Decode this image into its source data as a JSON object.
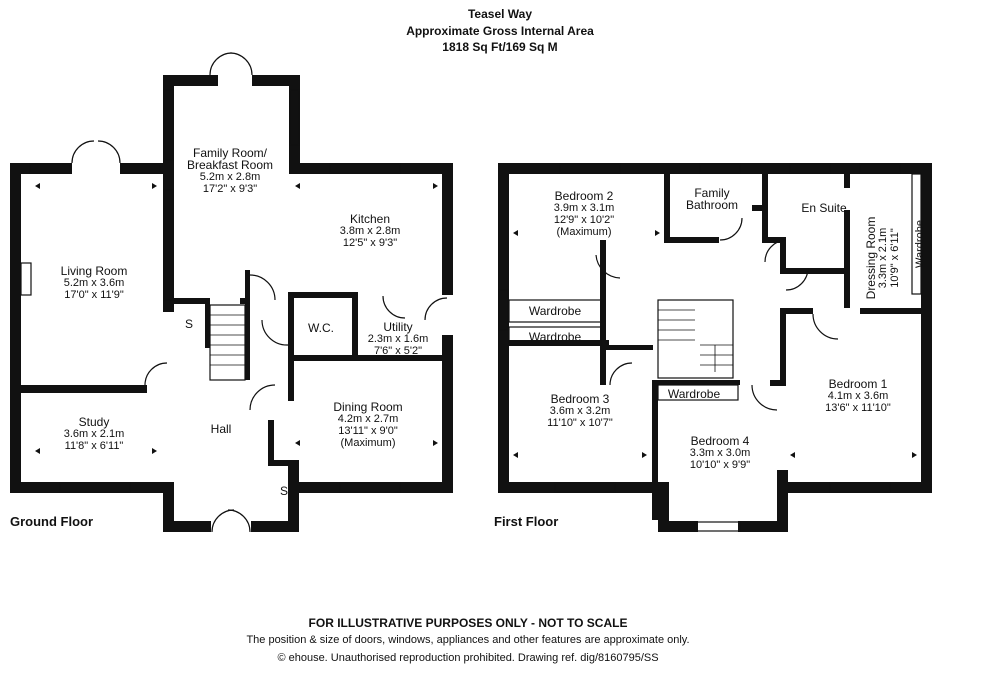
{
  "header": {
    "title": "Teasel Way",
    "subtitle": "Approximate Gross Internal Area",
    "area": "1818 Sq Ft/169 Sq M"
  },
  "floors": {
    "ground": "Ground Floor",
    "first": "First Floor"
  },
  "rooms": {
    "living": {
      "name": "Living Room",
      "metric": "5.2m x 3.6m",
      "imperial": "17'0\" x 11'9\""
    },
    "family": {
      "name": "Family Room/",
      "name2": "Breakfast Room",
      "metric": "5.2m x 2.8m",
      "imperial": "17'2\" x 9'3\""
    },
    "kitchen": {
      "name": "Kitchen",
      "metric": "3.8m x 2.8m",
      "imperial": "12'5\" x 9'3\""
    },
    "wc": {
      "name": "W.C."
    },
    "utility": {
      "name": "Utility",
      "metric": "2.3m x 1.6m",
      "imperial": "7'6\" x 5'2\""
    },
    "study": {
      "name": "Study",
      "metric": "3.6m x 2.1m",
      "imperial": "11'8\" x 6'11\""
    },
    "hall": {
      "name": "Hall"
    },
    "dining": {
      "name": "Dining Room",
      "metric": "4.2m x 2.7m",
      "imperial": "13'11\" x 9'0\"",
      "note": "(Maximum)"
    },
    "store1": {
      "name": "S"
    },
    "store2": {
      "name": "S"
    },
    "bed2": {
      "name": "Bedroom 2",
      "metric": "3.9m x 3.1m",
      "imperial": "12'9\" x 10'2\"",
      "note": "(Maximum)"
    },
    "bathroom": {
      "name": "Family",
      "name2": "Bathroom"
    },
    "ensuite": {
      "name": "En Suite"
    },
    "dressing": {
      "name": "Dressing Room",
      "metric": "3.3m x 2.1m",
      "imperial": "10'9\" x 6'11\""
    },
    "wardrobe_v": {
      "name": "Wardrobe"
    },
    "wardrobe1": {
      "name": "Wardrobe"
    },
    "wardrobe2": {
      "name": "Wardrobe"
    },
    "wardrobe3": {
      "name": "Wardrobe"
    },
    "bed3": {
      "name": "Bedroom 3",
      "metric": "3.6m x 3.2m",
      "imperial": "11'10\" x 10'7\""
    },
    "bed4": {
      "name": "Bedroom 4",
      "metric": "3.3m x 3.0m",
      "imperial": "10'10\" x 9'9\""
    },
    "bed1": {
      "name": "Bedroom 1",
      "metric": "4.1m x 3.6m",
      "imperial": "13'6\" x 11'10\""
    }
  },
  "footer": {
    "disclaimer": "FOR ILLUSTRATIVE PURPOSES ONLY - NOT TO SCALE",
    "note": "The position & size of doors, windows, appliances and other features are approximate only.",
    "copyright": "© ehouse. Unauthorised reproduction prohibited. Drawing ref. dig/8160795/SS"
  },
  "colors": {
    "wall": "#111111",
    "paper": "#ffffff",
    "text": "#111111"
  }
}
